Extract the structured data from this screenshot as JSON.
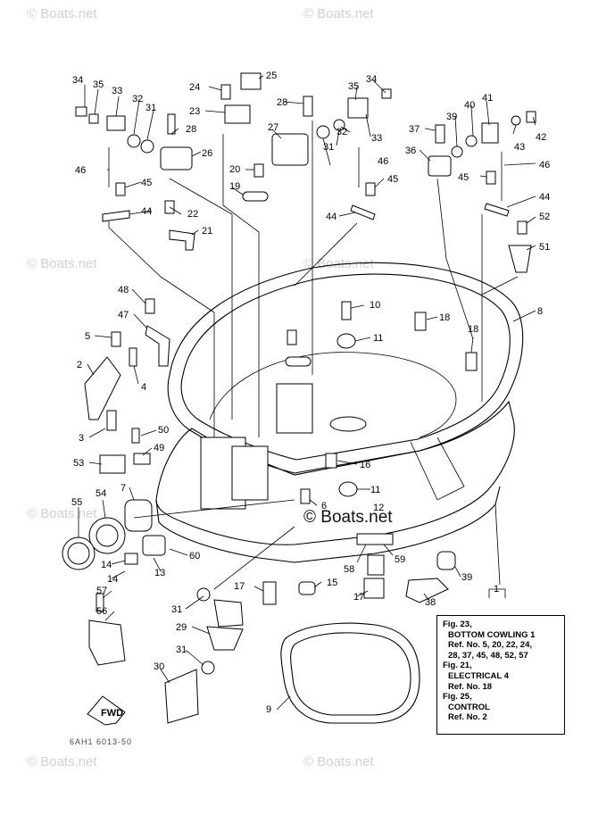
{
  "watermark": "© Boats.net",
  "fwd_label": "FWD",
  "footer_code": "6AH1 6013-50",
  "part_numbers": [
    "34",
    "35",
    "33",
    "32",
    "31",
    "28",
    "24",
    "25",
    "23",
    "26",
    "27",
    "20",
    "19",
    "22",
    "21",
    "46",
    "45",
    "44",
    "41",
    "40",
    "39",
    "37",
    "36",
    "42",
    "43",
    "52",
    "51",
    "8",
    "10",
    "11",
    "18",
    "48",
    "47",
    "5",
    "4",
    "2",
    "3",
    "50",
    "49",
    "53",
    "16",
    "7",
    "55",
    "54",
    "12",
    "6",
    "13",
    "14",
    "60",
    "58",
    "59",
    "39",
    "38",
    "15",
    "17",
    "57",
    "56",
    "31",
    "29",
    "30",
    "9",
    "1"
  ],
  "info_box": {
    "lines": [
      "Fig. 23,",
      "BOTTOM COWLING 1",
      "Ref. No. 5, 20, 22, 24,",
      "28, 37, 45, 48, 52, 57",
      "Fig. 21,",
      "ELECTRICAL 4",
      "Ref. No. 18",
      "Fig. 25,",
      "CONTROL",
      "Ref. No. 2"
    ]
  }
}
